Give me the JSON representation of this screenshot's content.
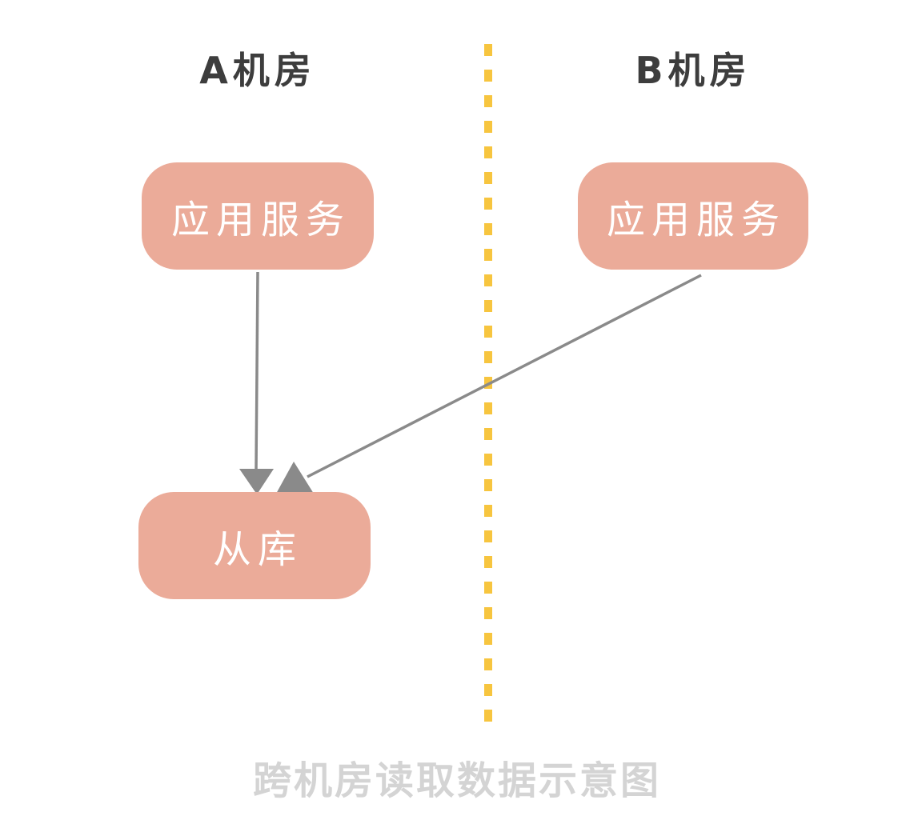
{
  "diagram": {
    "caption": "跨机房读取数据示意图",
    "zones": [
      {
        "id": "zone-a",
        "label": "A机房"
      },
      {
        "id": "zone-b",
        "label": "B机房"
      }
    ],
    "nodes": [
      {
        "id": "app-a",
        "zone": "zone-a",
        "label": "应用服务"
      },
      {
        "id": "app-b",
        "zone": "zone-b",
        "label": "应用服务"
      },
      {
        "id": "slave-a",
        "zone": "zone-a",
        "label": "从库"
      }
    ],
    "edges": [
      {
        "from": "app-a",
        "to": "slave-a",
        "style": "arrow"
      },
      {
        "from": "app-b",
        "to": "slave-a",
        "style": "arrow",
        "note": "crosses zone divider"
      }
    ],
    "colors": {
      "node_fill": "#ebab99",
      "node_text": "#ffffff",
      "zone_label_text": "#3d3d3d",
      "divider_yellow": "#f7c53f",
      "edge_gray": "#8a8a8a",
      "caption_gray": "#d4d4d4",
      "background": "#ffffff"
    }
  }
}
